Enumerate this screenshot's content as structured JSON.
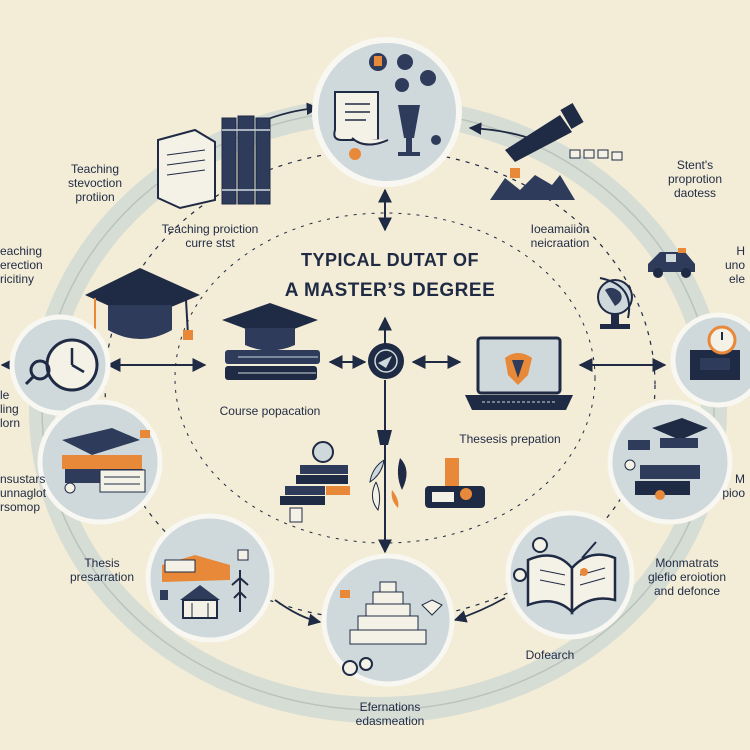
{
  "title": {
    "line1": "TYPICAL DUTAT OF",
    "line2": "A MASTER’S DEGREE"
  },
  "labels": {
    "teaching_left": "Teaching\nstevoction\nprotiion",
    "teaching_production": "Teaching proiction\ncurre stst",
    "teaching_edge": "eaching\nerection\nricitiny",
    "information": "Ioeamaiion\nneicraation",
    "students_prop": "Stent's\nproprotion\ndaotess",
    "right_edge_top": "H\nuno\nele",
    "left_mid_edge": "le\nling\nlorn",
    "course_prep": "Course popacation",
    "thesis_prep_center": "Thesesis prepation",
    "left_lower_edge": "nsustars\nunnaglot\nrsomop",
    "right_lower_edge": "M\npioo",
    "thesis_prep_left": "Thesis\npresarration",
    "monmatrats": "Monmatrats\nglefio eroiotion\nand defonce",
    "dofearch": "Dofearch",
    "efernations": "Efernations\nedasmeation"
  },
  "colors": {
    "background": "#f3ecd6",
    "navy": "#1f2a44",
    "ring": "#d6ddd5",
    "circle": "#cfd9dc",
    "circle_stroke": "#f8f7f1",
    "accent": "#e8893a",
    "book": "#2e3b5b"
  },
  "icons": [
    "scroll-goblet-icon",
    "books-icon",
    "telescope-icon",
    "globe-icon",
    "car-icon",
    "graduation-cap-icon",
    "clock-icon",
    "cap-books-icon",
    "target-icon",
    "laptop-icon",
    "alarm-clock-icon",
    "book-stack-icon",
    "open-book-icon",
    "pyramid-icon",
    "map-icon",
    "houses-icon",
    "plant-icon",
    "lamp-icon"
  ]
}
